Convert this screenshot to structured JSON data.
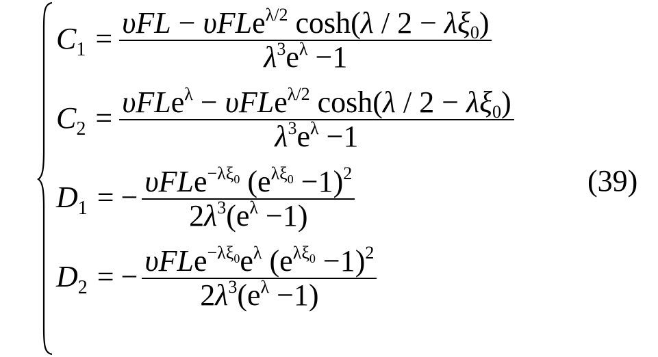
{
  "equation_number": "(39)",
  "equations": [
    {
      "lhs": "C",
      "sub": "1",
      "eq": "=",
      "sign": "",
      "num": [
        {
          "t": "υFL",
          "s": "i"
        },
        {
          "t": " − ",
          "s": "n"
        },
        {
          "t": "υFL",
          "s": "i"
        },
        {
          "t": "e",
          "s": "n"
        },
        {
          "t": "λ/2",
          "s": "sup"
        },
        {
          "t": " cosh(",
          "s": "n"
        },
        {
          "t": "λ",
          "s": "i"
        },
        {
          "t": " / 2 − ",
          "s": "n"
        },
        {
          "t": "λξ",
          "s": "i"
        },
        {
          "t": "0",
          "s": "sub"
        },
        {
          "t": ")",
          "s": "n"
        }
      ],
      "den": [
        {
          "t": "λ",
          "s": "i"
        },
        {
          "t": "3",
          "s": "sup"
        },
        {
          "t": "e",
          "s": "n"
        },
        {
          "t": "λ",
          "s": "sup"
        },
        {
          "t": " −1",
          "s": "n"
        }
      ]
    },
    {
      "lhs": "C",
      "sub": "2",
      "eq": "=",
      "sign": "",
      "num": [
        {
          "t": "υFL",
          "s": "i"
        },
        {
          "t": "e",
          "s": "n"
        },
        {
          "t": "λ",
          "s": "sup"
        },
        {
          "t": " − ",
          "s": "n"
        },
        {
          "t": "υFL",
          "s": "i"
        },
        {
          "t": "e",
          "s": "n"
        },
        {
          "t": "λ/2",
          "s": "sup"
        },
        {
          "t": " cosh(",
          "s": "n"
        },
        {
          "t": "λ",
          "s": "i"
        },
        {
          "t": " / 2 − ",
          "s": "n"
        },
        {
          "t": "λξ",
          "s": "i"
        },
        {
          "t": "0",
          "s": "sub"
        },
        {
          "t": ")",
          "s": "n"
        }
      ],
      "den": [
        {
          "t": "λ",
          "s": "i"
        },
        {
          "t": "3",
          "s": "sup"
        },
        {
          "t": "e",
          "s": "n"
        },
        {
          "t": "λ",
          "s": "sup"
        },
        {
          "t": " −1",
          "s": "n"
        }
      ]
    },
    {
      "lhs": "D",
      "sub": "1",
      "eq": "=",
      "sign": "−",
      "num": [
        {
          "t": "υFL",
          "s": "i"
        },
        {
          "t": "e",
          "s": "n"
        },
        {
          "t": "−λξ",
          "s": "sup"
        },
        {
          "t": "0",
          "s": "supsub"
        },
        {
          "t": " (e",
          "s": "n"
        },
        {
          "t": "λξ",
          "s": "sup"
        },
        {
          "t": "0",
          "s": "supsub"
        },
        {
          "t": " −1)",
          "s": "n"
        },
        {
          "t": "2",
          "s": "sup"
        }
      ],
      "den": [
        {
          "t": "2",
          "s": "n"
        },
        {
          "t": "λ",
          "s": "i"
        },
        {
          "t": "3",
          "s": "sup"
        },
        {
          "t": "(e",
          "s": "n"
        },
        {
          "t": "λ",
          "s": "sup"
        },
        {
          "t": " −1)",
          "s": "n"
        }
      ]
    },
    {
      "lhs": "D",
      "sub": "2",
      "eq": "=",
      "sign": "−",
      "num": [
        {
          "t": "υFL",
          "s": "i"
        },
        {
          "t": "e",
          "s": "n"
        },
        {
          "t": "−λξ",
          "s": "sup"
        },
        {
          "t": "0",
          "s": "supsub"
        },
        {
          "t": "e",
          "s": "n"
        },
        {
          "t": "λ",
          "s": "sup"
        },
        {
          "t": " (e",
          "s": "n"
        },
        {
          "t": "λξ",
          "s": "sup"
        },
        {
          "t": "0",
          "s": "supsub"
        },
        {
          "t": " −1)",
          "s": "n"
        },
        {
          "t": "2",
          "s": "sup"
        }
      ],
      "den": [
        {
          "t": "2",
          "s": "n"
        },
        {
          "t": "λ",
          "s": "i"
        },
        {
          "t": "3",
          "s": "sup"
        },
        {
          "t": "(e",
          "s": "n"
        },
        {
          "t": "λ",
          "s": "sup"
        },
        {
          "t": " −1)",
          "s": "n"
        }
      ]
    }
  ]
}
